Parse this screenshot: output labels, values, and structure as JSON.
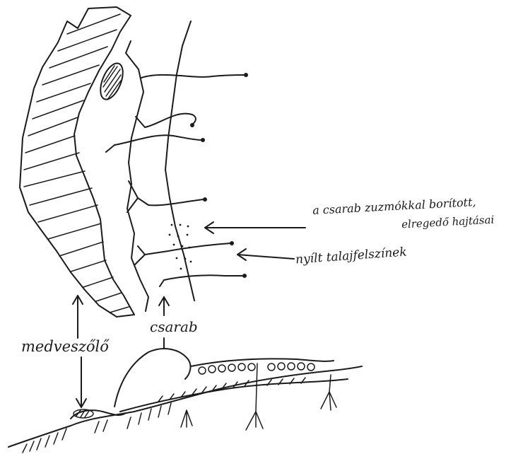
{
  "labels": {
    "crusted_shoots_line1": "a csarab zuzmókkal borított,",
    "crusted_shoots_line2": "elregedő hajtásai",
    "open_soil": "nyílt talajfelszínek",
    "heather": "csarab",
    "bearberry": "medveszőlő"
  },
  "colors": {
    "ink": "#1b1b1b",
    "paper": "#ffffff"
  }
}
